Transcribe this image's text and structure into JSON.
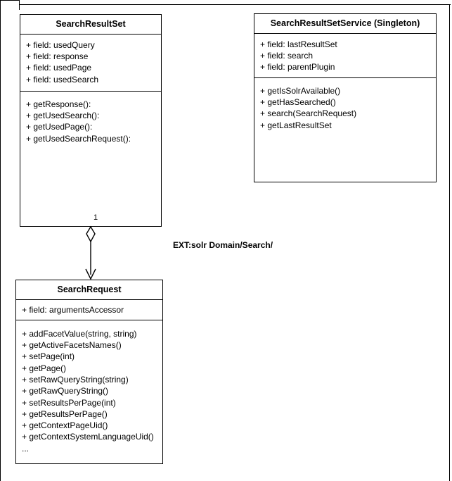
{
  "diagram": {
    "type": "uml-class-diagram",
    "annotation": "EXT:solr Domain/Search/",
    "classes": [
      {
        "id": "search-result-set",
        "name": "SearchResultSet",
        "fields": [
          "+ field: usedQuery",
          "+ field: response",
          "+ field: usedPage",
          "+ field: usedSearch"
        ],
        "methods": [
          "+ getResponse():",
          "+ getUsedSearch():",
          "+ getUsedPage():",
          "+ getUsedSearchRequest():"
        ]
      },
      {
        "id": "search-result-set-service",
        "name": "SearchResultSetService (Singleton)",
        "fields": [
          "+ field: lastResultSet",
          "+ field: search",
          "+ field: parentPlugin"
        ],
        "methods": [
          "+ getIsSolrAvailable()",
          "+ getHasSearched()",
          "+ search(SearchRequest)",
          "+ getLastResultSet"
        ]
      },
      {
        "id": "search-request",
        "name": "SearchRequest",
        "fields": [
          "+ field: argumentsAccessor"
        ],
        "methods": [
          "+ addFacetValue(string, string)",
          "+ getActiveFacetsNames()",
          "+ setPage(int)",
          "+ getPage()",
          "+ setRawQueryString(string)",
          "+ getRawQueryString()",
          "+ setResultsPerPage(int)",
          "+ getResultsPerPage()",
          "+ getContextPageUid()",
          "+ getContextSystemLanguageUid()",
          "..."
        ]
      }
    ],
    "relations": [
      {
        "id": "aggregation-resultset-request",
        "kind": "aggregation",
        "from": "search-result-set",
        "to": "search-request",
        "source_multiplicity": "1"
      }
    ]
  },
  "colors": {
    "stroke": "#000000",
    "background": "#ffffff"
  }
}
